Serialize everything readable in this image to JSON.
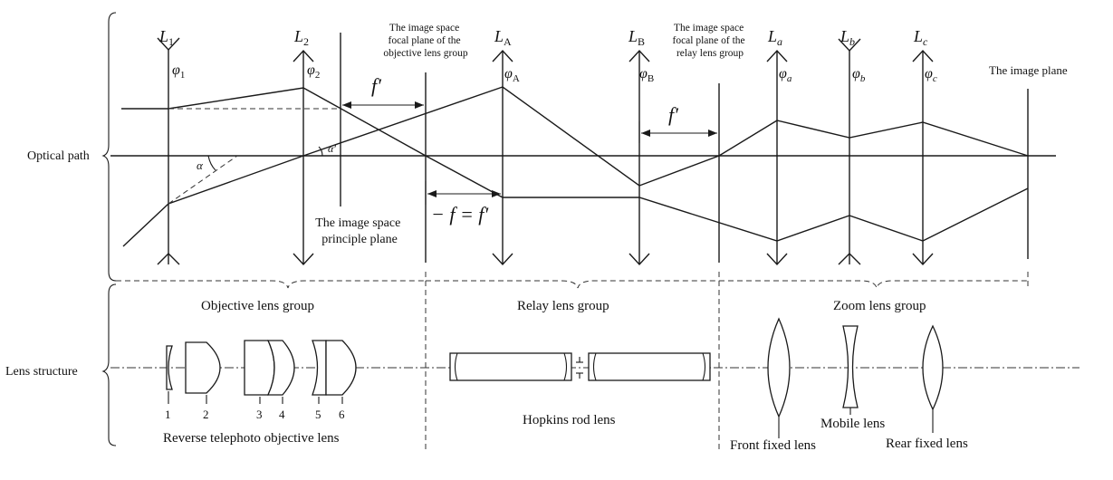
{
  "sections": {
    "optical_path": "Optical path",
    "lens_structure": "Lens structure"
  },
  "lenses": {
    "L1": {
      "label": "L",
      "sub": "1",
      "phi": "φ",
      "phi_sub": "1"
    },
    "L2": {
      "label": "L",
      "sub": "2",
      "phi": "φ",
      "phi_sub": "2"
    },
    "LA": {
      "label": "L",
      "sub": "A",
      "phi": "φ",
      "phi_sub": "A"
    },
    "LB": {
      "label": "L",
      "sub": "B",
      "phi": "φ",
      "phi_sub": "B"
    },
    "La": {
      "label": "L",
      "sub": "a",
      "phi": "φ",
      "phi_sub": "a"
    },
    "Lb": {
      "label": "L",
      "sub": "b",
      "phi": "φ",
      "phi_sub": "b"
    },
    "Lc": {
      "label": "L",
      "sub": "c",
      "phi": "φ",
      "phi_sub": "c"
    }
  },
  "annotations": {
    "obj_focal_plane": [
      "The image space",
      "focal plane of the",
      "objective lens group"
    ],
    "relay_focal_plane": [
      "The image space",
      "focal plane of the",
      "relay lens group"
    ],
    "image_plane": "The image plane",
    "principal_plane": [
      "The image  space",
      "principle plane"
    ],
    "f_prime": "f′",
    "neg_f_eq_f": "− f = f′",
    "alpha": "α",
    "alpha_prime": "α′"
  },
  "groups": {
    "objective": "Objective lens group",
    "relay": "Relay lens group",
    "zoom": "Zoom lens group"
  },
  "structure": {
    "numbers": [
      "1",
      "2",
      "3",
      "4",
      "5",
      "6"
    ],
    "reverse_telephoto": "Reverse telephoto objective lens",
    "hopkins": "Hopkins rod lens",
    "front_fixed": "Front fixed lens",
    "mobile": "Mobile lens",
    "rear_fixed": "Rear fixed lens"
  }
}
